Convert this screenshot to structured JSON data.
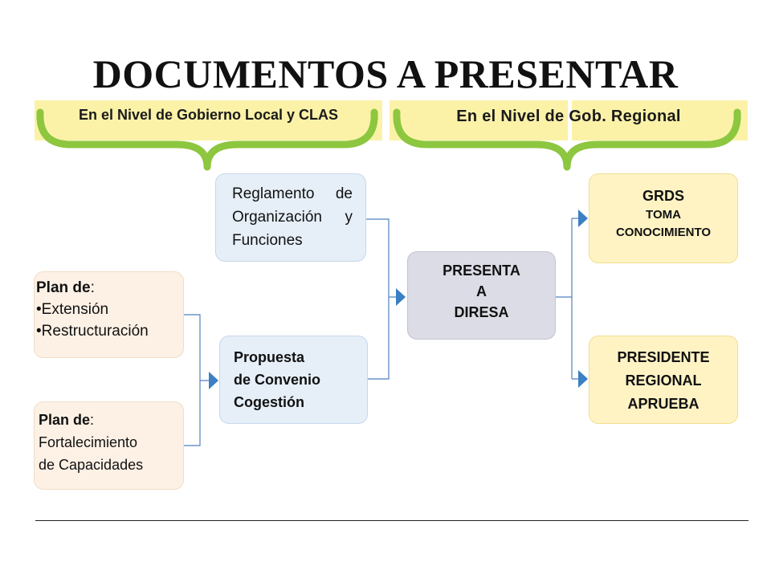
{
  "title": "DOCUMENTOS A PRESENTAR",
  "bands": {
    "local": "En el Nivel de Gobierno Local y CLAS",
    "regional": "En el Nivel de Gob. Regional"
  },
  "boxes": {
    "reglamento": [
      "Reglamento de",
      "Organización y",
      "Funciones"
    ],
    "propuesta": [
      "Propuesta",
      "de Convenio",
      "Cogestión"
    ],
    "plan1": {
      "heading": "Plan de",
      "colon": ":",
      "items": [
        "•Extensión",
        "•Restructuración"
      ]
    },
    "plan2": {
      "heading": "Plan de",
      "colon": ":",
      "lines": [
        "Fortalecimiento",
        "de Capacidades"
      ]
    },
    "presenta": [
      "PRESENTA",
      "A",
      "DIRESA"
    ],
    "grds": {
      "title": "GRDS",
      "lines": [
        "TOMA",
        "CONOCIMIENTO"
      ]
    },
    "presidente": [
      "PRESIDENTE",
      "REGIONAL",
      "APRUEBA"
    ]
  },
  "colors": {
    "band": "#fbf2a8",
    "brace": "#8dc63f",
    "arrow": "#3b7fc4",
    "connector": "#4f81bd"
  }
}
